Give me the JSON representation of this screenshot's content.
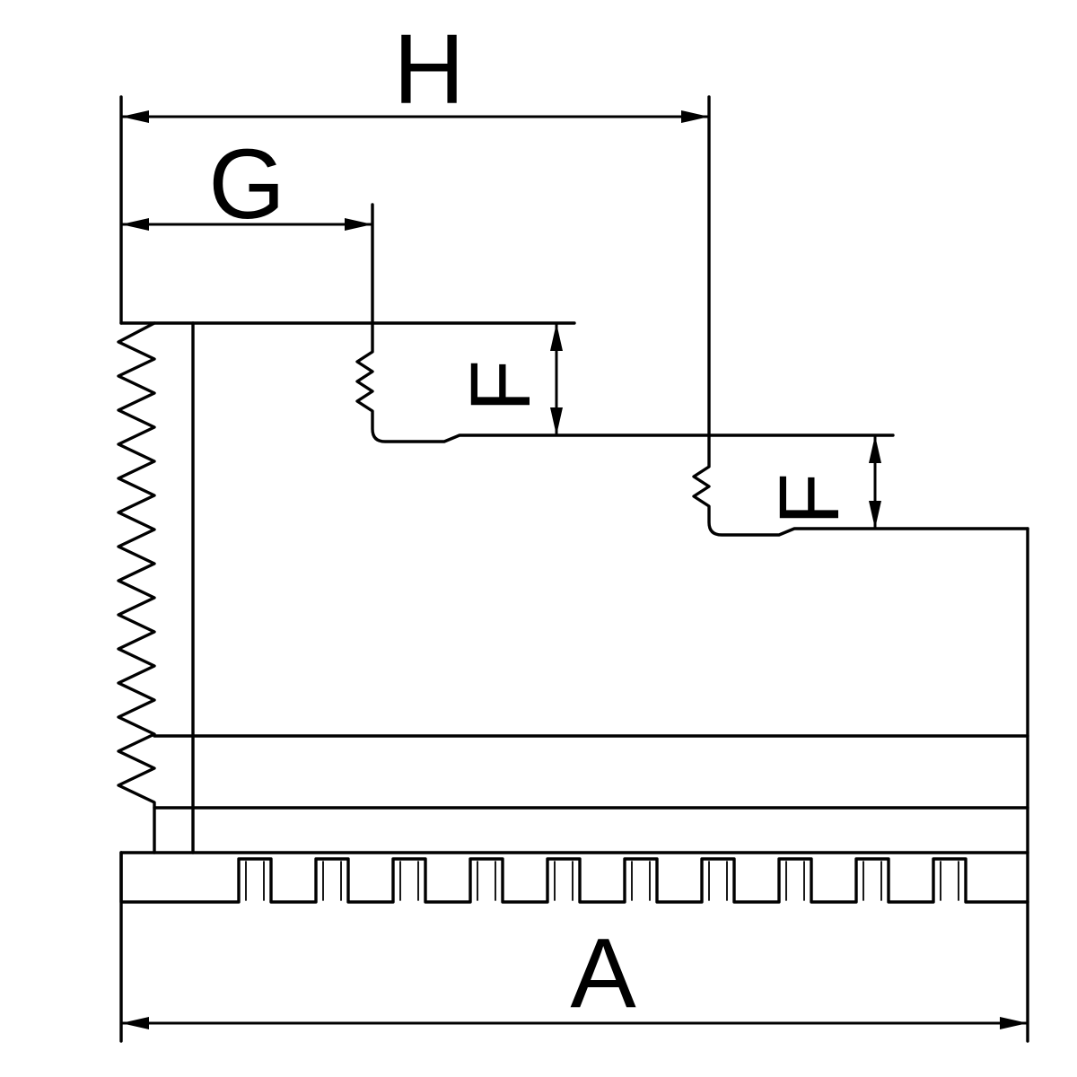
{
  "drawing": {
    "type": "technical-dimension-drawing",
    "subject": "lathe-chuck-jaw-cross-section",
    "dimensions": {
      "H": "H",
      "G": "G",
      "F_upper": "F",
      "F_lower": "F",
      "A": "A"
    },
    "colors": {
      "line": "#000000",
      "background": "#ffffff"
    }
  }
}
